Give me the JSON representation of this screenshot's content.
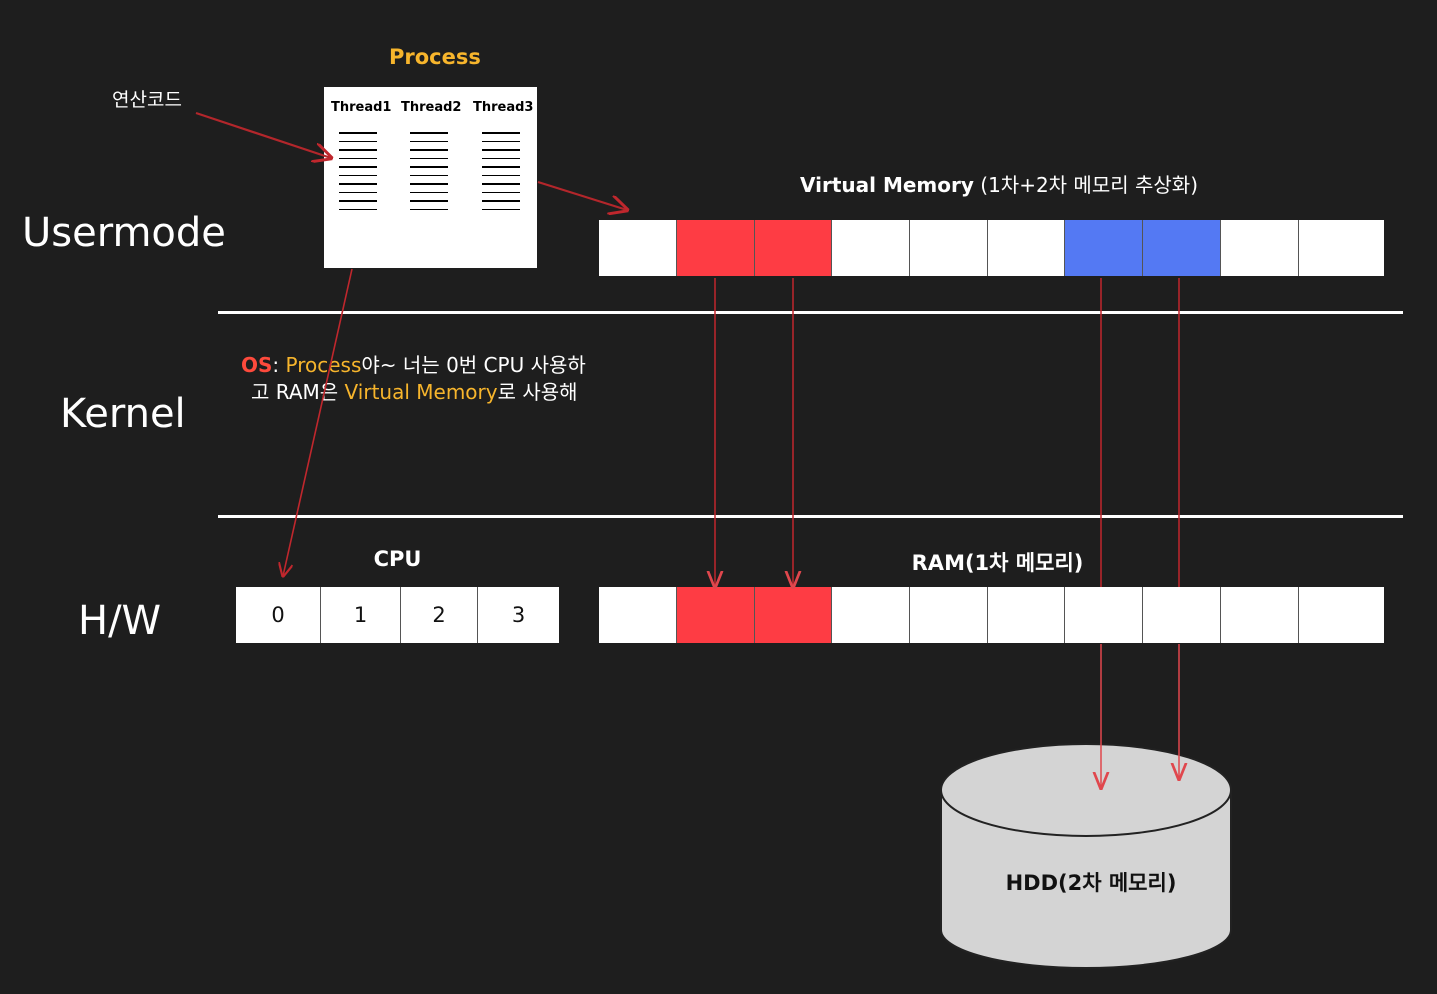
{
  "layers": {
    "usermode": "Usermode",
    "kernel": "Kernel",
    "hw": "H/W"
  },
  "process": {
    "title": "Process",
    "threads": [
      "Thread1",
      "Thread2",
      "Thread3"
    ],
    "note": "연산코드"
  },
  "virtual_memory": {
    "title_bold": "Virtual Memory",
    "title_rest": " (1차+2차 메모리 추상화)",
    "cells": [
      "white",
      "red",
      "red",
      "white",
      "white",
      "white",
      "blue",
      "blue",
      "white",
      "white"
    ]
  },
  "ram": {
    "title": "RAM(1차 메모리)",
    "cells": [
      "white",
      "red",
      "red",
      "white",
      "white",
      "white",
      "white",
      "white",
      "white",
      "white"
    ]
  },
  "cpu": {
    "title": "CPU",
    "cores": [
      "0",
      "1",
      "2",
      "3"
    ]
  },
  "os_message": {
    "os": "OS",
    "colon": ": ",
    "process": "Process",
    "line1_rest": "야~ 너는 0번 CPU 사용하",
    "line2_a": "고 RAM은 ",
    "virtual_memory": "Virtual Memory",
    "line2_b": "로 사용해"
  },
  "hdd": {
    "label": "HDD(2차 메모리)"
  },
  "colors": {
    "background": "#1e1e1e",
    "accent_yellow": "#f7b52c",
    "red": "#fe3c44",
    "blue": "#5479f3",
    "arrow": "#c0272d",
    "hdd_fill": "#d4d4d4"
  }
}
